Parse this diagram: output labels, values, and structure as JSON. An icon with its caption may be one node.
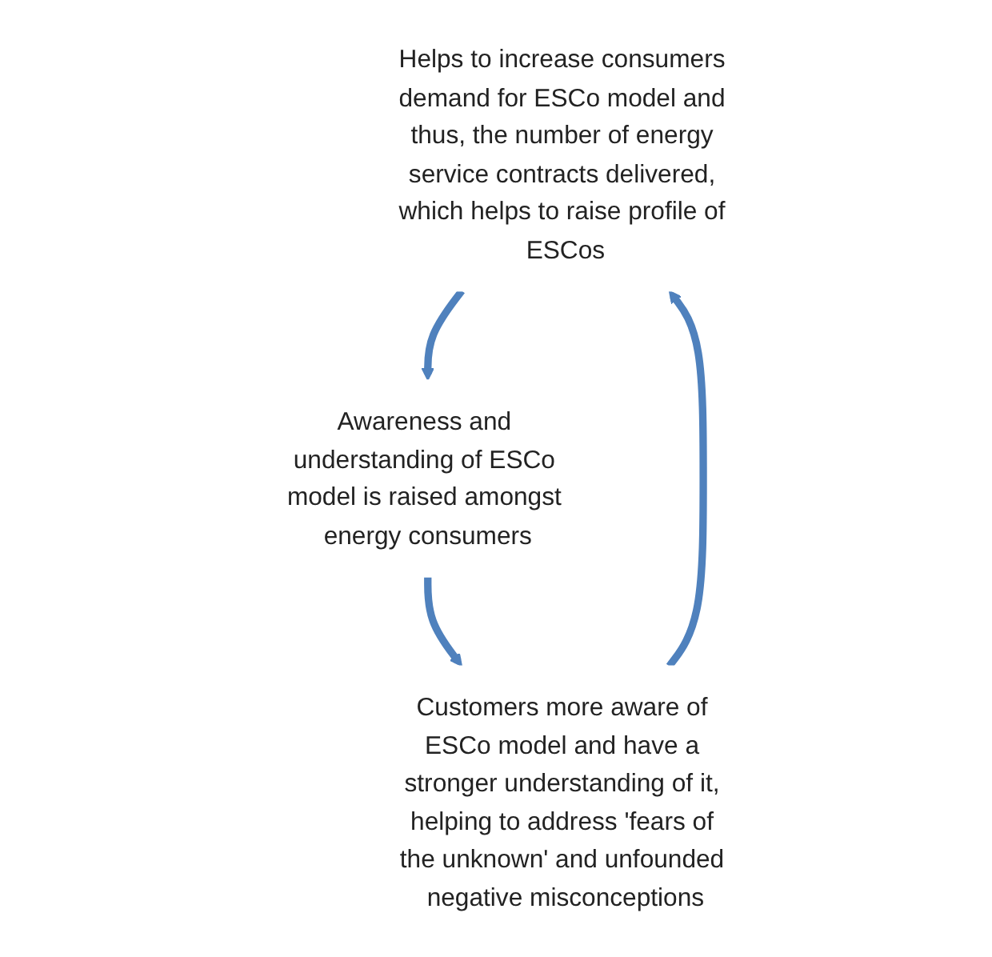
{
  "diagram": {
    "nodes": [
      {
        "text": [
          "Helps to increase consumers demand for ESCo model and thus, the number of energy service contracts delivered, which helps to raise profile of ESCos"
        ]
      },
      {
        "text": [
          "Awareness and understanding of ESCo model is raised amongst energy consumers"
        ]
      },
      {
        "text": [
          "Customers more aware of ESCo model and have a stronger understanding of it, helping to address 'fears of the unknown' and unfounded negative misconceptions"
        ]
      }
    ],
    "edges": [
      {
        "from": 0,
        "to": 1,
        "arrow": "to"
      },
      {
        "from": 1,
        "to": 2,
        "arrow": "to"
      },
      {
        "from": 2,
        "to": 0,
        "arrow": "to"
      }
    ]
  }
}
